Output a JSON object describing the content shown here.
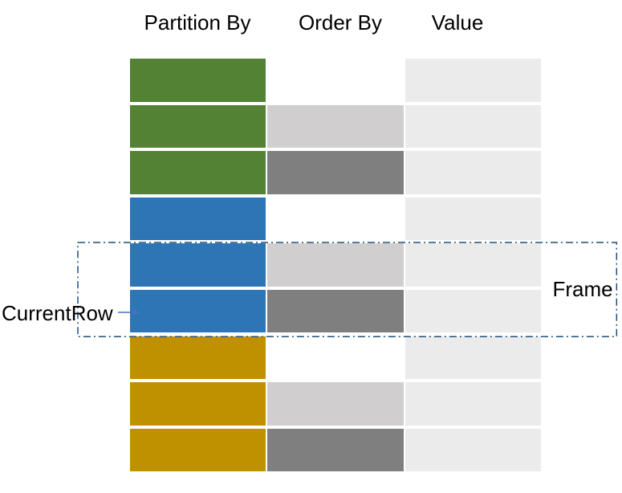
{
  "headers": [
    {
      "label": "Partition By"
    },
    {
      "label": "Order By"
    },
    {
      "label": "Value"
    }
  ],
  "annotations": {
    "current_row_label": "CurrentRow",
    "frame_label": "Frame"
  },
  "colors": {
    "green": "#548235",
    "blue": "#2E75B6",
    "gold": "#BF9000",
    "order_light": "#D0CECE",
    "order_dark": "#7F7F7F",
    "value_fill": "#EBEBEB",
    "frame_border": "#1F4E79",
    "arrow": "#4472C4",
    "text": "#000000"
  },
  "grid": {
    "columns": [
      "partition",
      "order",
      "value"
    ],
    "rows": [
      [
        "green",
        "empty",
        "value_fill"
      ],
      [
        "green",
        "order_light",
        "value_fill"
      ],
      [
        "green",
        "order_dark",
        "value_fill"
      ],
      [
        "blue",
        "empty",
        "value_fill"
      ],
      [
        "blue",
        "order_light",
        "value_fill"
      ],
      [
        "blue",
        "order_dark",
        "value_fill"
      ],
      [
        "gold",
        "empty",
        "value_fill"
      ],
      [
        "gold",
        "order_light",
        "value_fill"
      ],
      [
        "gold",
        "order_dark",
        "value_fill"
      ]
    ]
  }
}
